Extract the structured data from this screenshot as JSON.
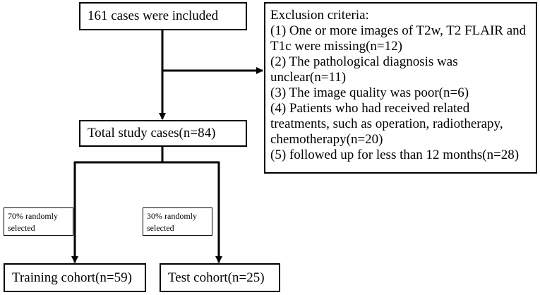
{
  "boxes": {
    "included": "161 cases were included",
    "total": "Total study cases(n=84)",
    "training": "Training cohort(n=59)",
    "test": "Test cohort(n=25)"
  },
  "exclusion": {
    "lines": [
      "Exclusion criteria:",
      "(1) One or more images of T2w, T2 FLAIR and",
      "T1c were missing(n=12)",
      "(2) The pathological diagnosis was",
      "unclear(n=11)",
      "(3) The image quality was poor(n=6)",
      "(4) Patients who had received related",
      "treatments, such as operation, radiotherapy,",
      "chemotherapy(n=20)",
      "(5) followed up for less than 12 months(n=28)"
    ]
  },
  "notes": {
    "left": [
      "70% randomly",
      "selected"
    ],
    "right": [
      "30% randomly",
      "selected"
    ]
  }
}
